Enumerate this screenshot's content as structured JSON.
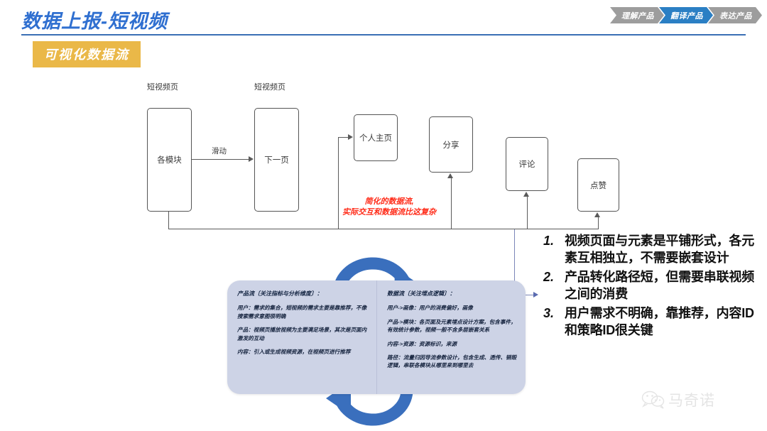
{
  "header": {
    "title": "数据上报-短视频",
    "section_badge": "可视化数据流",
    "accent_blue": "#2f6fd0",
    "badge_gold": "#eab848"
  },
  "nav": {
    "items": [
      {
        "label": "理解产品",
        "active": false
      },
      {
        "label": "翻译产品",
        "active": true
      },
      {
        "label": "表达产品",
        "active": false
      }
    ],
    "active_color": "#2b7fc4",
    "inactive_color": "#9d9d9d"
  },
  "flow": {
    "column_labels": [
      {
        "text": "短视频页"
      },
      {
        "text": "短视频页"
      }
    ],
    "nodes": [
      {
        "text": "各模块"
      },
      {
        "text": "下一页"
      },
      {
        "text": "个人主页"
      },
      {
        "text": "分享"
      },
      {
        "text": "评论"
      },
      {
        "text": "点赞"
      }
    ],
    "edge_label": "滑动",
    "red_note_line1": "简化的数据流,",
    "red_note_line2": "实际交互和数据流比这复杂",
    "red_note_color": "#ff2a17"
  },
  "cycle_card": {
    "left": {
      "heading": "产品流〔关注指标与分析维度〕：",
      "paragraphs": [
        "用户：需求的集合，短视频的需求主要是靠推荐，不像搜索需求意图很明确",
        "产品：视频页播放视频为主要满足场景，其次是页面内激发的互动",
        "内容：引入或生成视频资源，在视频页进行推荐"
      ]
    },
    "right": {
      "heading": "数据流〔关注埋点逻辑〕：",
      "paragraphs": [
        "用户->画像：用户的消费偏好，画像",
        "产品->模块：各页面及元素埋点设计方案，包含事件，有效统计参数，视频一般不含多层嵌套关系",
        "内容->资源：资源标识，来源",
        "路径：流量归因导流参数设计，包含生成、透传、销毁逻辑，串联各模块从哪里来到哪里去"
      ]
    },
    "cycle_arrow_color": "#3a6fbd"
  },
  "insights": [
    {
      "index": "1.",
      "text": "视频页面与元素是平铺形式，各元素互相独立，不需要嵌套设计"
    },
    {
      "index": "2.",
      "text": "产品转化路径短，但需要串联视频之间的消费"
    },
    {
      "index": "3.",
      "text": "用户需求不明确，靠推荐，内容ID和策略ID很关键"
    }
  ],
  "watermark": {
    "text": "马奇诺",
    "icon": "wechat-icon"
  }
}
